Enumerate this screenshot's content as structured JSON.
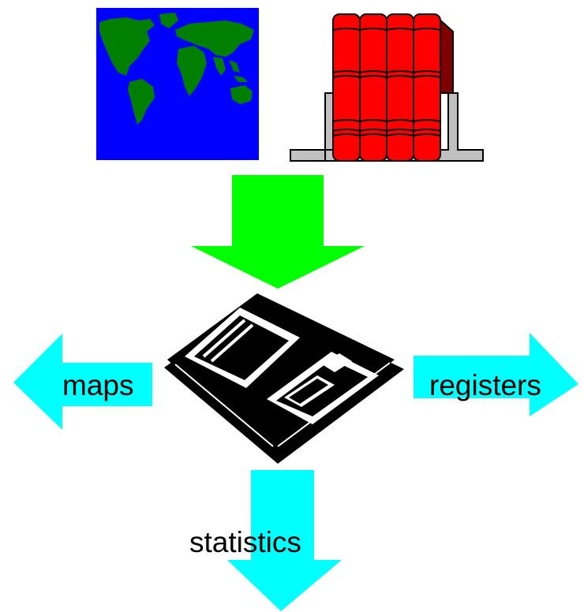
{
  "labels": {
    "maps": "maps",
    "registers": "registers",
    "statistics": "statistics"
  },
  "colors": {
    "map_ocean": "#0000ff",
    "map_land": "#007f00",
    "book_red": "#ff0000",
    "book_dark": "#7f0000",
    "bookend_gray": "#c0c0c0",
    "input_arrow": "#00ff00",
    "output_arrow": "#00ffff",
    "disk": "#000000"
  },
  "icons": {
    "source_map": "world-map-icon",
    "source_books": "books-on-shelf-icon",
    "storage": "floppy-disk-icon"
  }
}
